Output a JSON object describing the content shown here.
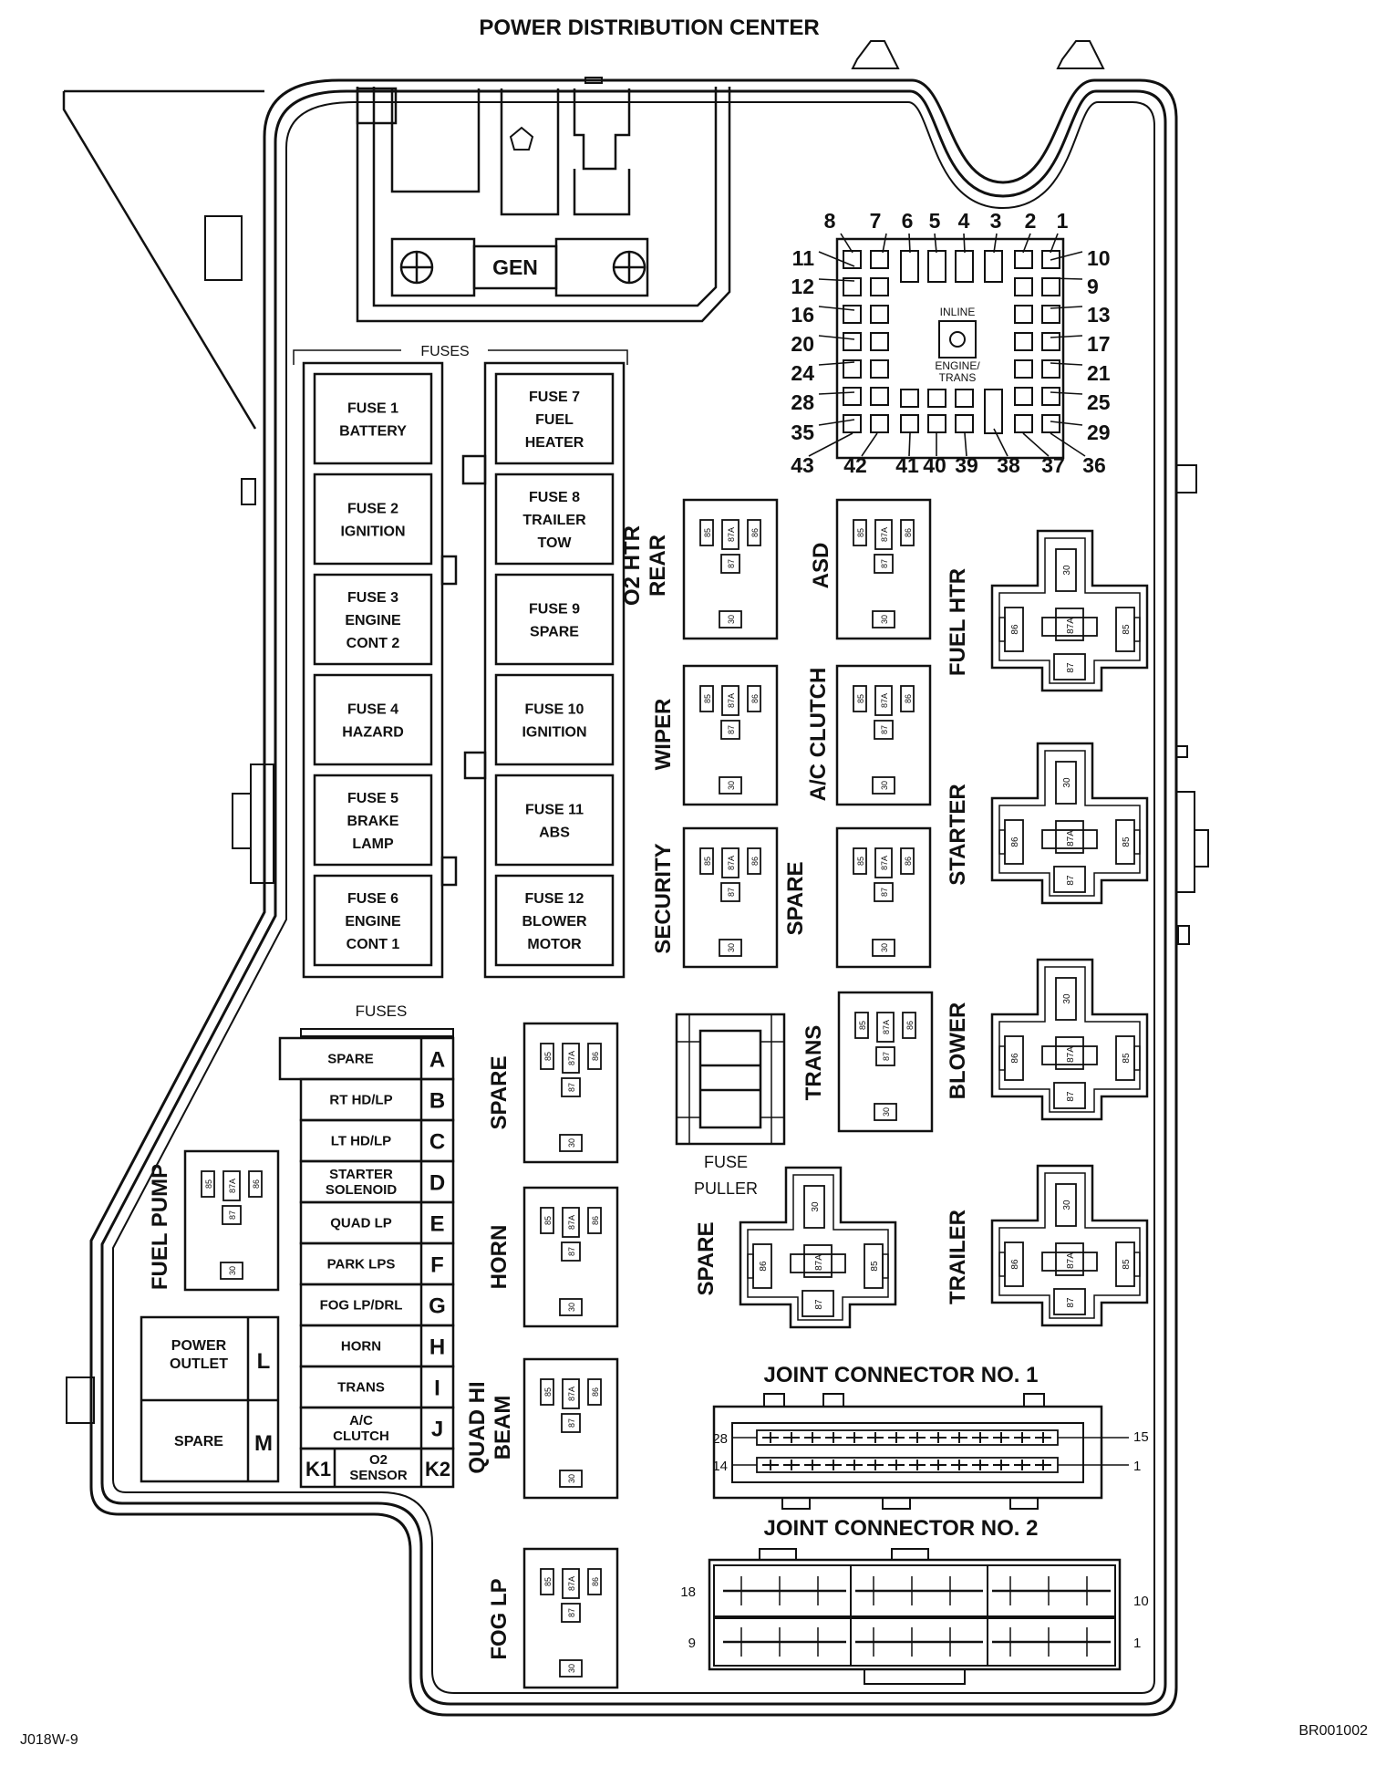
{
  "title": "POWER DISTRIBUTION CENTER",
  "gen_label": "GEN",
  "fuses_header_top": "FUSES",
  "fuses_header_mini": "FUSES",
  "inline_label": "INLINE",
  "engine_trans_label": [
    "ENGINE/",
    "TRANS"
  ],
  "fuse_puller": [
    "FUSE",
    "PULLER"
  ],
  "footer_left": "J018W-9",
  "footer_right": "BR001002",
  "cartridge_fuses_left": [
    [
      "FUSE 1",
      "BATTERY"
    ],
    [
      "FUSE 2",
      "IGNITION"
    ],
    [
      "FUSE 3",
      "ENGINE",
      "CONT 2"
    ],
    [
      "FUSE 4",
      "HAZARD"
    ],
    [
      "FUSE 5",
      "BRAKE",
      "LAMP"
    ],
    [
      "FUSE 6",
      "ENGINE",
      "CONT 1"
    ]
  ],
  "cartridge_fuses_right": [
    [
      "FUSE 7",
      "FUEL",
      "HEATER"
    ],
    [
      "FUSE 8",
      "TRAILER",
      "TOW"
    ],
    [
      "FUSE 9",
      "SPARE"
    ],
    [
      "FUSE 10",
      "IGNITION"
    ],
    [
      "FUSE 11",
      "ABS"
    ],
    [
      "FUSE 12",
      "BLOWER",
      "MOTOR"
    ]
  ],
  "mini_fuses": [
    {
      "name": "SPARE",
      "letter": "A"
    },
    {
      "name": "RT HD/LP",
      "letter": "B"
    },
    {
      "name": "LT HD/LP",
      "letter": "C"
    },
    {
      "name": "STARTER\nSOLENOID",
      "letter": "D"
    },
    {
      "name": "QUAD LP",
      "letter": "E"
    },
    {
      "name": "PARK LPS",
      "letter": "F"
    },
    {
      "name": "FOG LP/DRL",
      "letter": "G"
    },
    {
      "name": "HORN",
      "letter": "H"
    },
    {
      "name": "TRANS",
      "letter": "I"
    },
    {
      "name": "A/C\nCLUTCH",
      "letter": "J"
    }
  ],
  "o2_row": {
    "left": "K1",
    "name": "O2\nSENSOR",
    "right": "K2"
  },
  "power_outlet": [
    {
      "name": "POWER\nOUTLET",
      "letter": "L"
    },
    {
      "name": "SPARE",
      "letter": "M"
    }
  ],
  "inline_numbers_top": [
    "8",
    "7",
    "6",
    "5",
    "4",
    "3",
    "2",
    "1"
  ],
  "inline_numbers_left": [
    "11",
    "12",
    "16",
    "20",
    "24",
    "28",
    "35"
  ],
  "inline_numbers_right": [
    "10",
    "9",
    "13",
    "17",
    "21",
    "25",
    "29"
  ],
  "inline_numbers_bottom": [
    "43",
    "42",
    "41",
    "40",
    "39",
    "38",
    "37",
    "36"
  ],
  "relay_pins": {
    "p85": "85",
    "p86": "86",
    "p87A": "87A",
    "p87": "87",
    "p30": "30"
  },
  "mini_relays": [
    {
      "label": "O2 HTR\nREAR"
    },
    {
      "label": "ASD"
    },
    {
      "label": "WIPER"
    },
    {
      "label": "A/C CLUTCH"
    },
    {
      "label": "SECURITY"
    },
    {
      "label": "SPARE"
    },
    {
      "label": "TRANS"
    },
    {
      "label": "SPARE"
    },
    {
      "label": "HORN"
    },
    {
      "label": "QUAD HI\nBEAM"
    },
    {
      "label": "FOG LP"
    },
    {
      "label": "FUEL PUMP"
    }
  ],
  "large_relays": [
    {
      "label": "FUEL HTR"
    },
    {
      "label": "STARTER"
    },
    {
      "label": "BLOWER"
    },
    {
      "label": "TRAILER"
    },
    {
      "label": "SPARE"
    }
  ],
  "joint_connector_1": {
    "title": "JOINT CONNECTOR NO. 1",
    "left_top": "28",
    "left_bottom": "14",
    "right_top": "15",
    "right_bottom": "1"
  },
  "joint_connector_2": {
    "title": "JOINT CONNECTOR NO. 2",
    "left_top": "18",
    "left_bottom": "9",
    "right_top": "10",
    "right_bottom": "1"
  }
}
